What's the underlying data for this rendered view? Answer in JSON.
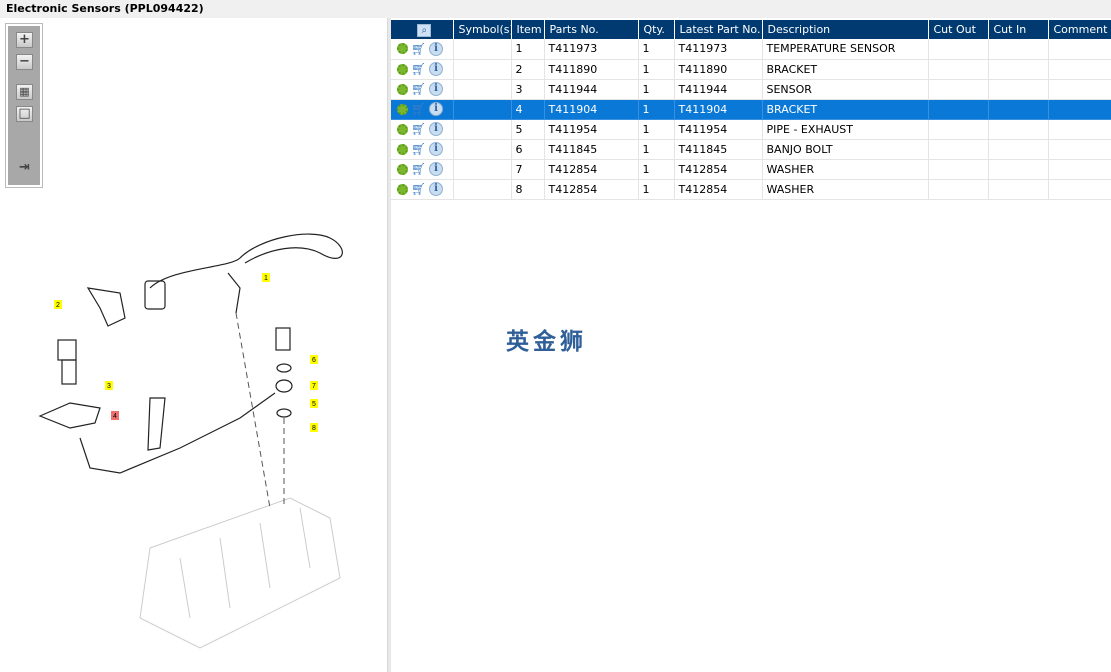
{
  "title": "Electronic Sensors (PPL094422)",
  "toolbar": {
    "zoom_in": "+",
    "zoom_out": "−",
    "fit": "▦",
    "actual": "□",
    "export": "⇥"
  },
  "columns": [
    "Symbol(s)",
    "Item",
    "Parts No.",
    "Qty.",
    "Latest Part No.",
    "Description",
    "Cut Out",
    "Cut In",
    "Comment"
  ],
  "rows": [
    {
      "item": "1",
      "part": "T411973",
      "qty": "1",
      "latest": "T411973",
      "desc": "TEMPERATURE SENSOR"
    },
    {
      "item": "2",
      "part": "T411890",
      "qty": "1",
      "latest": "T411890",
      "desc": "BRACKET"
    },
    {
      "item": "3",
      "part": "T411944",
      "qty": "1",
      "latest": "T411944",
      "desc": "SENSOR"
    },
    {
      "item": "4",
      "part": "T411904",
      "qty": "1",
      "latest": "T411904",
      "desc": "BRACKET"
    },
    {
      "item": "5",
      "part": "T411954",
      "qty": "1",
      "latest": "T411954",
      "desc": "PIPE - EXHAUST"
    },
    {
      "item": "6",
      "part": "T411845",
      "qty": "1",
      "latest": "T411845",
      "desc": "BANJO BOLT"
    },
    {
      "item": "7",
      "part": "T412854",
      "qty": "1",
      "latest": "T412854",
      "desc": "WASHER"
    },
    {
      "item": "8",
      "part": "T412854",
      "qty": "1",
      "latest": "T412854",
      "desc": "WASHER"
    }
  ],
  "selected_row": 3,
  "callouts": [
    "1",
    "2",
    "3",
    "4",
    "5",
    "6",
    "7",
    "8"
  ],
  "watermark": "英金狮",
  "colors": {
    "header": "#003a70",
    "selected": "#0a78d7",
    "callout": "#ffff00",
    "callout_selected": "#f07070"
  }
}
